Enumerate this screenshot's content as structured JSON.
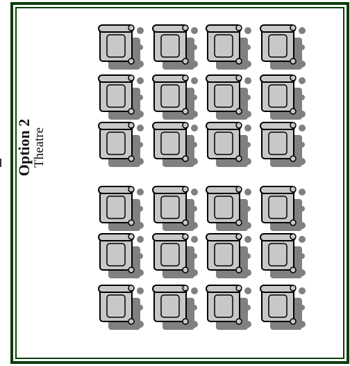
{
  "layout_option": {
    "title": "Option 2",
    "subtitle": "Theatre"
  },
  "seating": {
    "arrangement": "theatre",
    "rows": 6,
    "seats_per_row": 4,
    "aisle_after_row": 3,
    "seat_icon": "armchair-icon"
  },
  "colors": {
    "frame": "#0d3d0d",
    "seat_fill": "#c8c8c8",
    "seat_outline": "#000000",
    "seat_shadow": "#808080"
  }
}
